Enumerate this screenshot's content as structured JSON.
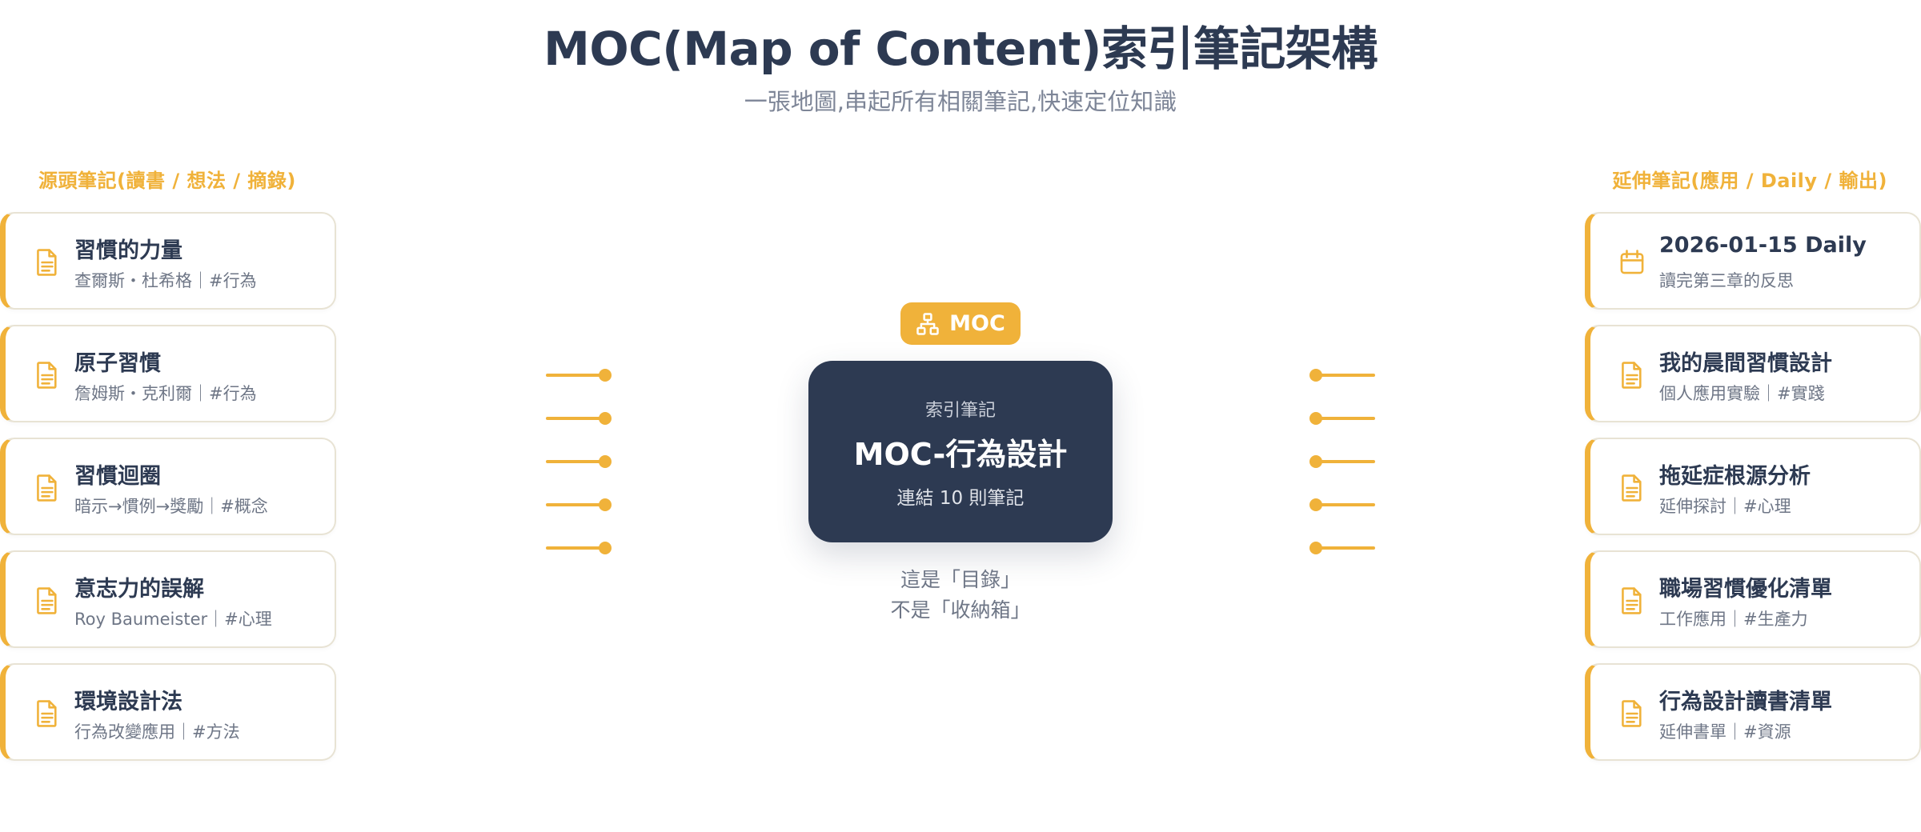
{
  "title": "MOC(Map of Content)索引筆記架構",
  "subtitle": "一張地圖,串起所有相關筆記,快速定位知識",
  "left_column": {
    "heading": "源頭筆記(讀書 / 想法 / 摘錄)",
    "cards": [
      {
        "title": "習慣的力量",
        "subtitle": "查爾斯・杜希格｜#行為",
        "icon": "document-icon"
      },
      {
        "title": "原子習慣",
        "subtitle": "詹姆斯・克利爾｜#行為",
        "icon": "document-icon"
      },
      {
        "title": "習慣迴圈",
        "subtitle": "暗示→慣例→獎勵｜#概念",
        "icon": "document-icon"
      },
      {
        "title": "意志力的誤解",
        "subtitle": "Roy Baumeister｜#心理",
        "icon": "document-icon"
      },
      {
        "title": "環境設計法",
        "subtitle": "行為改變應用｜#方法",
        "icon": "document-icon"
      }
    ]
  },
  "right_column": {
    "heading": "延伸筆記(應用 / Daily / 輸出)",
    "cards": [
      {
        "title": "2026-01-15 Daily",
        "subtitle": "讀完第三章的反思",
        "icon": "calendar-icon"
      },
      {
        "title": "我的晨間習慣設計",
        "subtitle": "個人應用實驗｜#實踐",
        "icon": "document-icon"
      },
      {
        "title": "拖延症根源分析",
        "subtitle": "延伸探討｜#心理",
        "icon": "document-icon"
      },
      {
        "title": "職場習慣優化清單",
        "subtitle": "工作應用｜#生產力",
        "icon": "document-icon"
      },
      {
        "title": "行為設計讀書清單",
        "subtitle": "延伸書單｜#資源",
        "icon": "document-icon"
      }
    ]
  },
  "center": {
    "tag": "MOC",
    "tag_icon": "hierarchy-icon",
    "label": "索引筆記",
    "title": "MOC-行為設計",
    "count": "連結 10 則筆記",
    "note_line1": "這是「目錄」",
    "note_line2": "不是「收納箱」"
  },
  "colors": {
    "accent": "#f0b23a",
    "navy": "#2d3a52",
    "card_border": "#e8e3d4",
    "muted_text": "#6e7686"
  }
}
